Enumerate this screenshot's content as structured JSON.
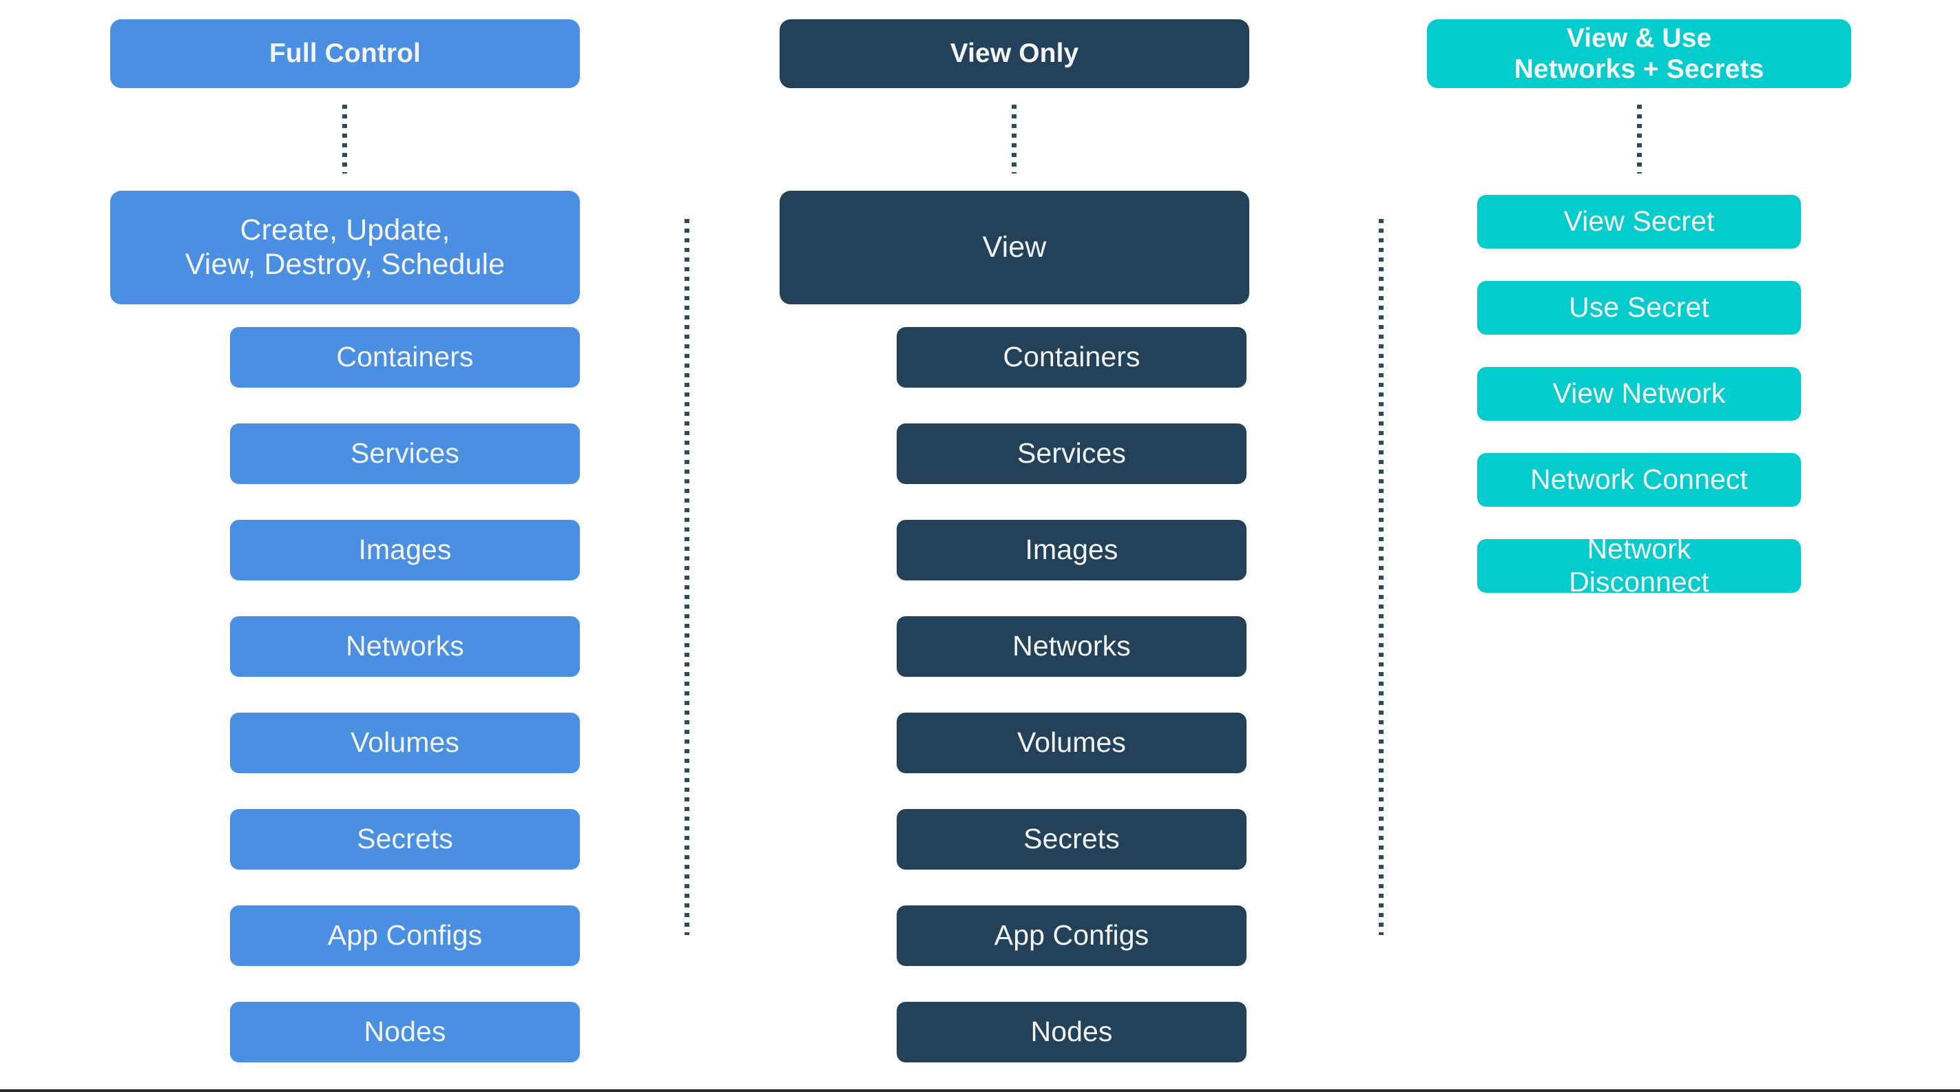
{
  "diagram": {
    "title_colors": {
      "blue": "#4A8FE2",
      "navy": "#24415A",
      "teal": "#04CCCC",
      "dot": "#2d4a63",
      "text": "#f2f4f5",
      "background": "#ffffff"
    },
    "columns": [
      {
        "id": "full-control",
        "accent": "blue",
        "header": "Full Control",
        "summary": "Create, Update,\nView, Destroy, Schedule",
        "items": [
          "Containers",
          "Services",
          "Images",
          "Networks",
          "Volumes",
          "Secrets",
          "App Configs",
          "Nodes"
        ]
      },
      {
        "id": "view-only",
        "accent": "navy",
        "header": "View Only",
        "summary": "View",
        "items": [
          "Containers",
          "Services",
          "Images",
          "Networks",
          "Volumes",
          "Secrets",
          "App Configs",
          "Nodes"
        ]
      },
      {
        "id": "view-and-use",
        "accent": "teal",
        "header": "View & Use\nNetworks + Secrets",
        "summary": null,
        "items": [
          "View Secret",
          "Use Secret",
          "View Network",
          "Network Connect",
          "Network\nDisconnect"
        ]
      }
    ]
  }
}
